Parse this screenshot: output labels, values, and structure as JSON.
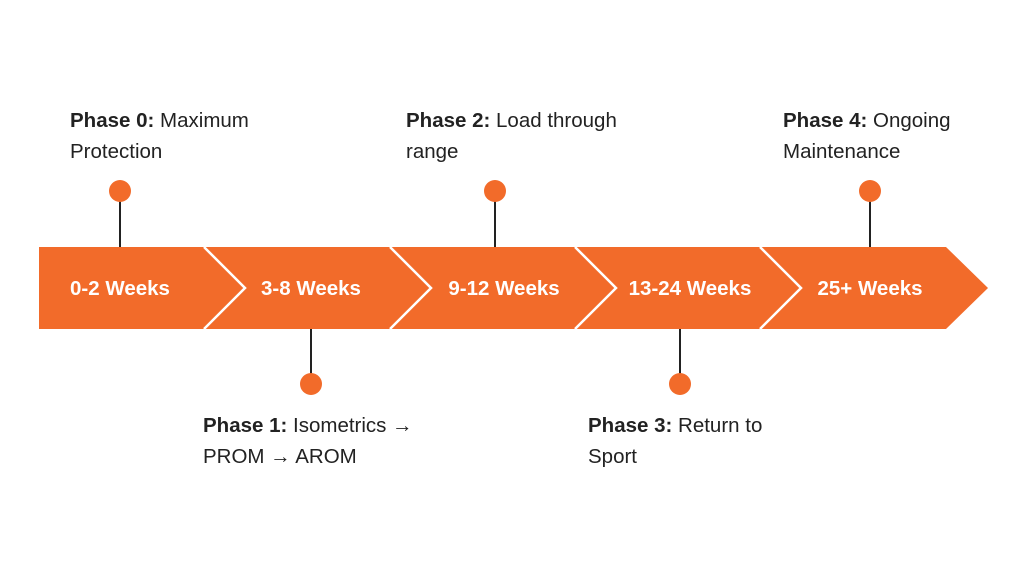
{
  "colors": {
    "accent": "#f26b2a",
    "text": "#222222",
    "connector": "#222222",
    "separator": "#ffffff"
  },
  "segments": [
    {
      "label": "0-2 Weeks"
    },
    {
      "label": "3-8 Weeks"
    },
    {
      "label": "9-12 Weeks"
    },
    {
      "label": "13-24 Weeks"
    },
    {
      "label": "25+ Weeks"
    }
  ],
  "phases": [
    {
      "title": "Phase 0:",
      "desc": "Maximum Protection"
    },
    {
      "title": "Phase 1:",
      "desc": "Isometrics → PROM → AROM"
    },
    {
      "title": "Phase 2:",
      "desc": "Load through range"
    },
    {
      "title": "Phase 3:",
      "desc": "Return to Sport"
    },
    {
      "title": "Phase 4:",
      "desc": "Ongoing Maintenance"
    }
  ]
}
